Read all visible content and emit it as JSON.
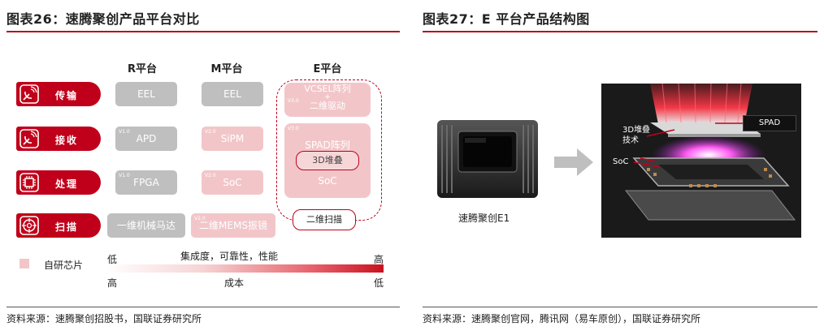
{
  "left_panel": {
    "title": "图表26：速腾聚创产品平台对比",
    "columns": [
      "R平台",
      "M平台",
      "E平台"
    ],
    "rows": [
      {
        "category": "传输",
        "icon": "satellite-dish-icon",
        "r": {
          "label": "EEL",
          "version": ""
        },
        "m": {
          "label": "EEL",
          "version": ""
        }
      },
      {
        "category": "接收",
        "icon": "satellite-dish-icon",
        "r": {
          "label": "APD",
          "version": "V1.0"
        },
        "m": {
          "label": "SiPM",
          "version": "V2.0"
        }
      },
      {
        "category": "处理",
        "icon": "chip-icon",
        "r": {
          "label": "FPGA",
          "version": "V1.0"
        },
        "m": {
          "label": "SoC",
          "version": "V2.0"
        }
      },
      {
        "category": "扫描",
        "icon": "crosshair-icon",
        "r": {
          "label": "一维机械马达",
          "version": ""
        },
        "m": {
          "label": "二维MEMS振镜",
          "version": "V2.0"
        }
      }
    ],
    "e_platform": {
      "top": {
        "line1": "VCSEL阵列",
        "plus": "+",
        "line2": "二维驱动",
        "version": "V3.0"
      },
      "mid": {
        "line1": "SPAD阵列",
        "inner": "3D堆叠",
        "line2": "SoC",
        "version": "V3.0"
      },
      "scan": "二维扫描"
    },
    "legend": {
      "self_dev": "自研芯片"
    },
    "scale": {
      "top_label": "集成度，可靠性，性能",
      "top_left": "低",
      "top_right": "高",
      "bottom_label": "成本",
      "bottom_left": "高",
      "bottom_right": "低"
    },
    "source": "资料来源：速腾聚创招股书，国联证券研究所"
  },
  "right_panel": {
    "title": "图表27：E 平台产品结构图",
    "product_label": "速腾聚创E1",
    "callouts": {
      "spad": "SPAD",
      "stack": "3D堆叠\n技术",
      "soc": "SoC"
    },
    "source": "资料来源：速腾聚创官网，腾讯网（易车原创），国联证券研究所"
  },
  "colors": {
    "accent": "#c0001a",
    "pink": "#f2c6c9",
    "gray": "#bfbfbf"
  }
}
